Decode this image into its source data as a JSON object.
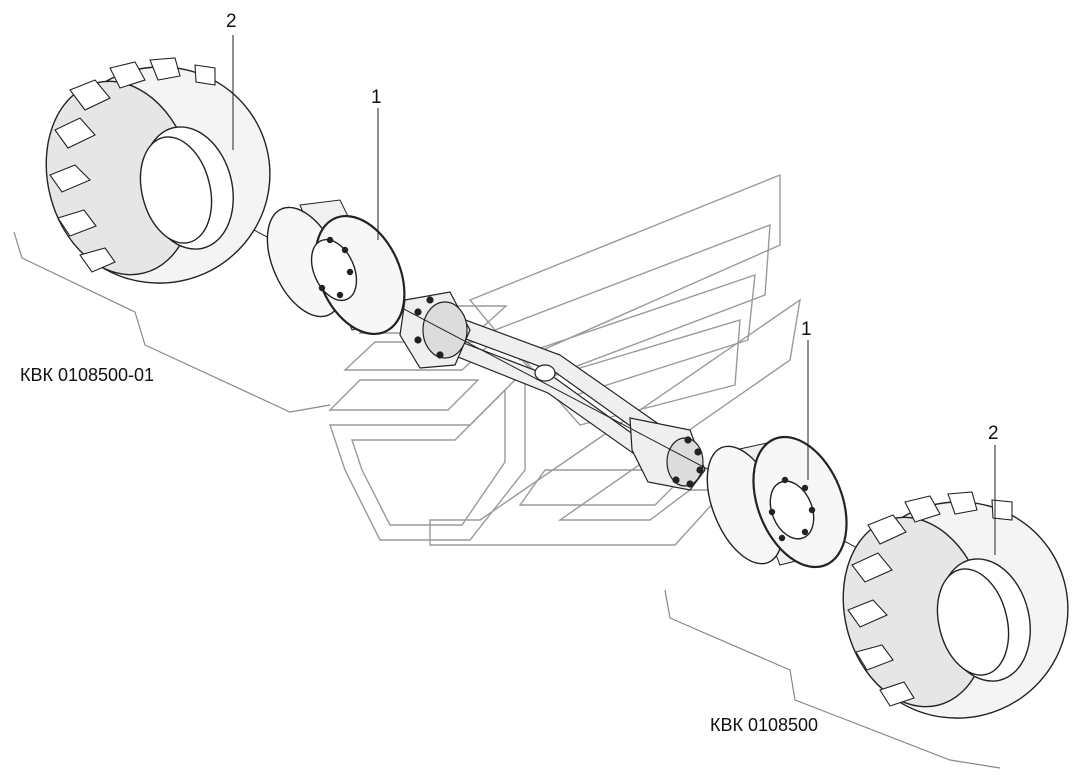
{
  "callouts": {
    "rim": "1",
    "tire": "2"
  },
  "assemblies": {
    "left_code": "КВК 0108500-01",
    "right_code": "КВК 0108500"
  },
  "colors": {
    "line": "#222222",
    "leader": "#888888",
    "logo": "#9a9a9a",
    "tire_fill": "#f4f4f4",
    "tread_fill": "#e6e6e6"
  },
  "icons": {
    "logo": "manufacturer-chevron-logo"
  }
}
